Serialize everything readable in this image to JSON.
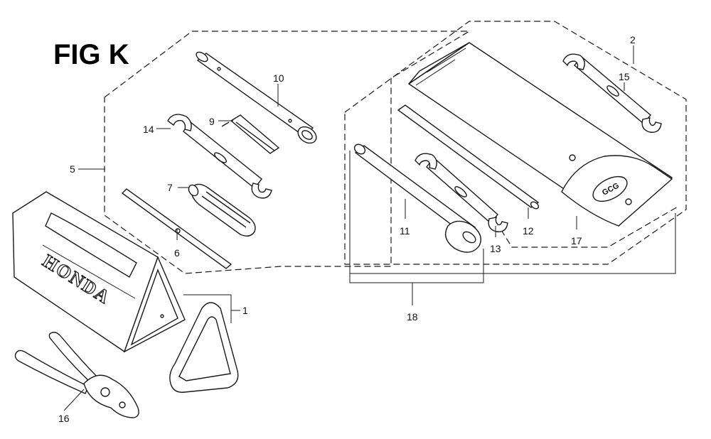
{
  "figure": {
    "title": "FIG K",
    "brand_text": "HONDA",
    "logo_text": "GCG"
  },
  "callouts": {
    "c1": "1",
    "c2": "2",
    "c5": "5",
    "c6": "6",
    "c7": "7",
    "c9": "9",
    "c10": "10",
    "c11": "11",
    "c12": "12",
    "c13": "13",
    "c14": "14",
    "c15": "15",
    "c16": "16",
    "c17": "17",
    "c18": "18"
  }
}
